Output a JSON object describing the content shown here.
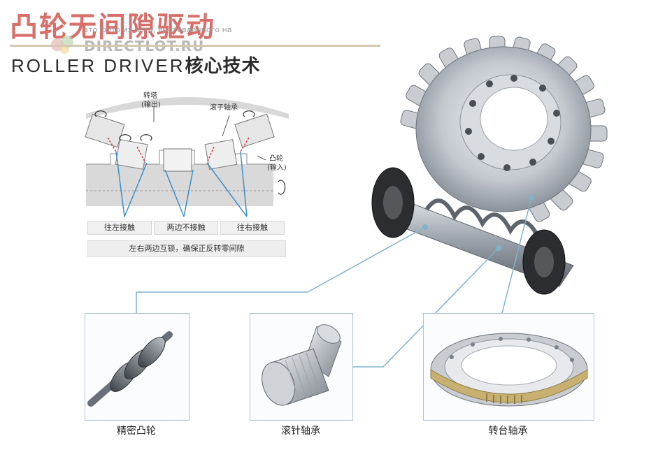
{
  "header": {
    "title_cn": "凸轮无间隙驱动",
    "title_en_latin": "ROLLER DRIVER",
    "title_en_cn": "核心技术",
    "watermark_small": "это фото из лота, выставленного на",
    "watermark_big": "DIRECTLOT.RU"
  },
  "diagram": {
    "turret_label_1": "转塔",
    "turret_label_2": "(输出)",
    "roller_bearing_label": "滚子轴承",
    "cam_label_1": "凸轮",
    "cam_label_2": "(输入)",
    "tags": [
      "往左接触",
      "两边不接触",
      "往右接触"
    ],
    "summary": "左右两边互锁，确保正反转零间隙"
  },
  "components": [
    {
      "label": "精密凸轮"
    },
    {
      "label": "滚针轴承"
    },
    {
      "label": "转台轴承"
    }
  ],
  "colors": {
    "title_red": "#d86f6a",
    "leader_blue": "#7fb3cc",
    "diagram_blue": "#3a8fc9",
    "contact_red": "#d9434a"
  }
}
